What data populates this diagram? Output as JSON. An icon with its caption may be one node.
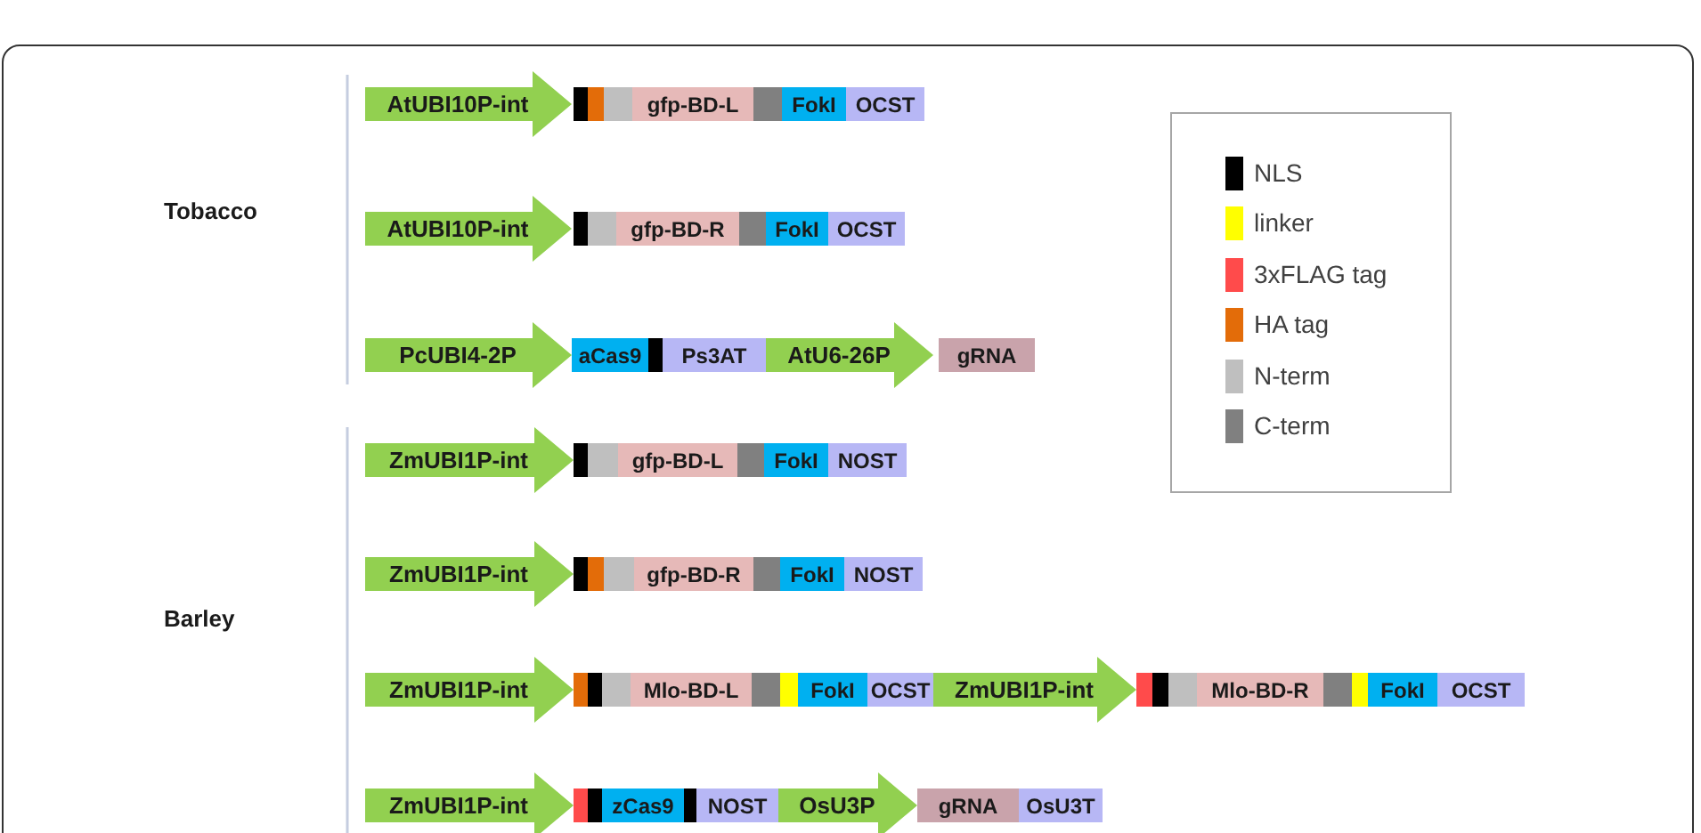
{
  "diagram": {
    "nodes": [
      {
        "text": [
          "AtUBI10P-int"
        ]
      },
      {
        "text": [],
        "shape": "box"
      },
      {
        "text": [],
        "shape": "box"
      },
      {
        "text": [],
        "shape": "box"
      },
      {
        "text": [
          "gfp-BD-L"
        ]
      },
      {
        "text": [],
        "shape": "box"
      },
      {
        "text": [
          "FokI"
        ]
      },
      {
        "text": [
          "OCST"
        ]
      },
      {
        "text": [
          "AtUBI10P-int"
        ]
      },
      {
        "text": [],
        "shape": "box"
      },
      {
        "text": [],
        "shape": "box"
      },
      {
        "text": [
          "gfp-BD-R"
        ]
      },
      {
        "text": [],
        "shape": "box"
      },
      {
        "text": [
          "FokI"
        ]
      },
      {
        "text": [
          "OCST"
        ]
      },
      {
        "text": [
          "PcUBI4-2P"
        ]
      },
      {
        "text": [
          "aCas9"
        ]
      },
      {
        "text": [],
        "shape": "box"
      },
      {
        "text": [
          "Ps3AT"
        ]
      },
      {
        "text": [
          "AtU6-26P"
        ]
      },
      {
        "text": [
          "gRNA"
        ]
      },
      {
        "text": [
          "ZmUBI1P-int"
        ]
      },
      {
        "text": [],
        "shape": "box"
      },
      {
        "text": [],
        "shape": "box"
      },
      {
        "text": [
          "gfp-BD-L"
        ]
      },
      {
        "text": [],
        "shape": "box"
      },
      {
        "text": [
          "FokI"
        ]
      },
      {
        "text": [
          "NOST"
        ]
      },
      {
        "text": [
          "ZmUBI1P-int"
        ]
      },
      {
        "text": [],
        "shape": "box"
      },
      {
        "text": [],
        "shape": "box"
      },
      {
        "text": [],
        "shape": "box"
      },
      {
        "text": [
          "gfp-BD-R"
        ]
      },
      {
        "text": [],
        "shape": "box"
      },
      {
        "text": [
          "FokI"
        ]
      },
      {
        "text": [
          "NOST"
        ]
      },
      {
        "text": [
          "ZmUBI1P-int"
        ]
      },
      {
        "text": [],
        "shape": "box"
      },
      {
        "text": [],
        "shape": "box"
      },
      {
        "text": [],
        "shape": "box"
      },
      {
        "text": [
          "Mlo-BD-L"
        ]
      },
      {
        "text": [],
        "shape": "box"
      },
      {
        "text": [],
        "shape": "box"
      },
      {
        "text": [
          "FokI"
        ]
      },
      {
        "text": [
          "OCST"
        ]
      },
      {
        "text": [
          "ZmUBI1P-int"
        ]
      },
      {
        "text": [],
        "shape": "box"
      },
      {
        "text": [],
        "shape": "box"
      },
      {
        "text": [],
        "shape": "box"
      },
      {
        "text": [
          "Mlo-BD-R"
        ]
      },
      {
        "text": [],
        "shape": "box"
      },
      {
        "text": [],
        "shape": "box"
      },
      {
        "text": [
          "FokI"
        ]
      },
      {
        "text": [
          "OCST"
        ]
      },
      {
        "text": [
          "ZmUBI1P-int"
        ]
      },
      {
        "text": [],
        "shape": "box"
      },
      {
        "text": [],
        "shape": "box"
      },
      {
        "text": [
          "zCas9"
        ]
      },
      {
        "text": [],
        "shape": "box"
      },
      {
        "text": [
          "NOST"
        ]
      },
      {
        "text": [
          "OsU3P"
        ]
      },
      {
        "text": [
          "gRNA"
        ]
      },
      {
        "text": [
          "OsU3T"
        ]
      }
    ],
    "labels": [
      "Tobacco",
      "Barley"
    ],
    "legend": [
      {
        "text": "NLS",
        "color": "#000000"
      },
      {
        "text": "linker",
        "color": "#ffff00"
      },
      {
        "text": "3xFLAG tag",
        "color": "#ff4b4b"
      },
      {
        "text": "HA tag",
        "color": "#e36c09"
      },
      {
        "text": "N-term",
        "color": "#bfbfbf"
      },
      {
        "text": "C-term",
        "color": "#808080"
      }
    ]
  }
}
